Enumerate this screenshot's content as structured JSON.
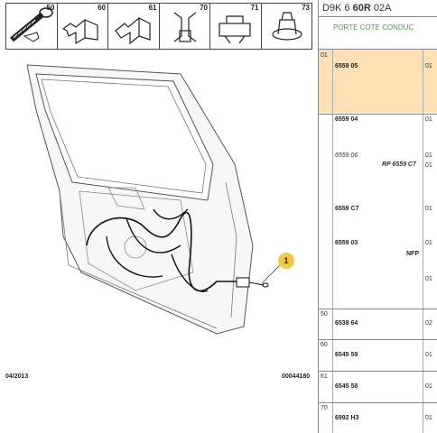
{
  "header": {
    "prefix": "D9K 6",
    "bold": "60R",
    "suffix": "02A"
  },
  "subtitle": "PORTE COTE CONDUC",
  "parts_strip": [
    {
      "num": "50",
      "icon": "screw-icon"
    },
    {
      "num": "60",
      "icon": "bracket-icon"
    },
    {
      "num": "61",
      "icon": "bracket-icon"
    },
    {
      "num": "70",
      "icon": "clip-icon"
    },
    {
      "num": "71",
      "icon": "clip-icon"
    },
    {
      "num": "73",
      "icon": "plug-icon"
    }
  ],
  "callout": "1",
  "date": "04/2013",
  "ref": "00044180",
  "rows": {
    "r1": {
      "item": "01",
      "part": "6559 05",
      "qty": "01"
    },
    "r2": {
      "part": "6559 04",
      "qty": "01"
    },
    "r3": {
      "part": "6559 06",
      "note": "RP 6559 C7",
      "qty": "01"
    },
    "r3b": {
      "qty": "01"
    },
    "r4": {
      "part": "6559 C7",
      "qty": "01"
    },
    "r5": {
      "part": "6559 03",
      "note": "NFP",
      "qty": "01"
    },
    "r5b": {
      "qty": "01"
    },
    "r6": {
      "item": "50",
      "part": "6538 64",
      "qty": "02"
    },
    "r7": {
      "item": "60",
      "part": "6545 59",
      "qty": "01"
    },
    "r8": {
      "item": "61",
      "part": "6545 58",
      "qty": "01"
    },
    "r9": {
      "item": "70",
      "part": "6992 H3",
      "qty": "01"
    }
  }
}
